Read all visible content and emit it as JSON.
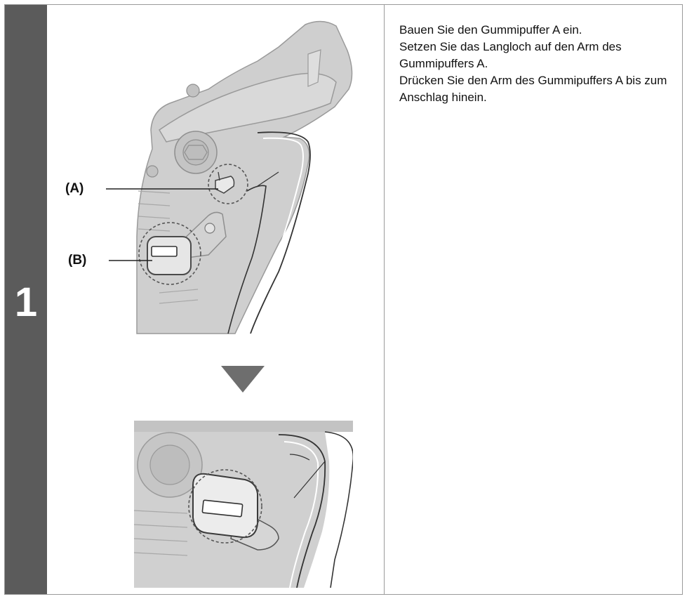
{
  "step": {
    "number": "1"
  },
  "labels": {
    "a": "(A)",
    "b": "(B)"
  },
  "instructions": [
    "Bauen Sie den Gummipuffer A ein.",
    "Setzen Sie das Langloch auf den Arm des Gummipuffers A.",
    "Drücken Sie den Arm des Gummipuffers A bis zum Anschlag hinein."
  ],
  "colors": {
    "step_bar": "#5b5b5b",
    "part_fill": "#c9c9c9",
    "arrow": "#6e6e6e"
  }
}
